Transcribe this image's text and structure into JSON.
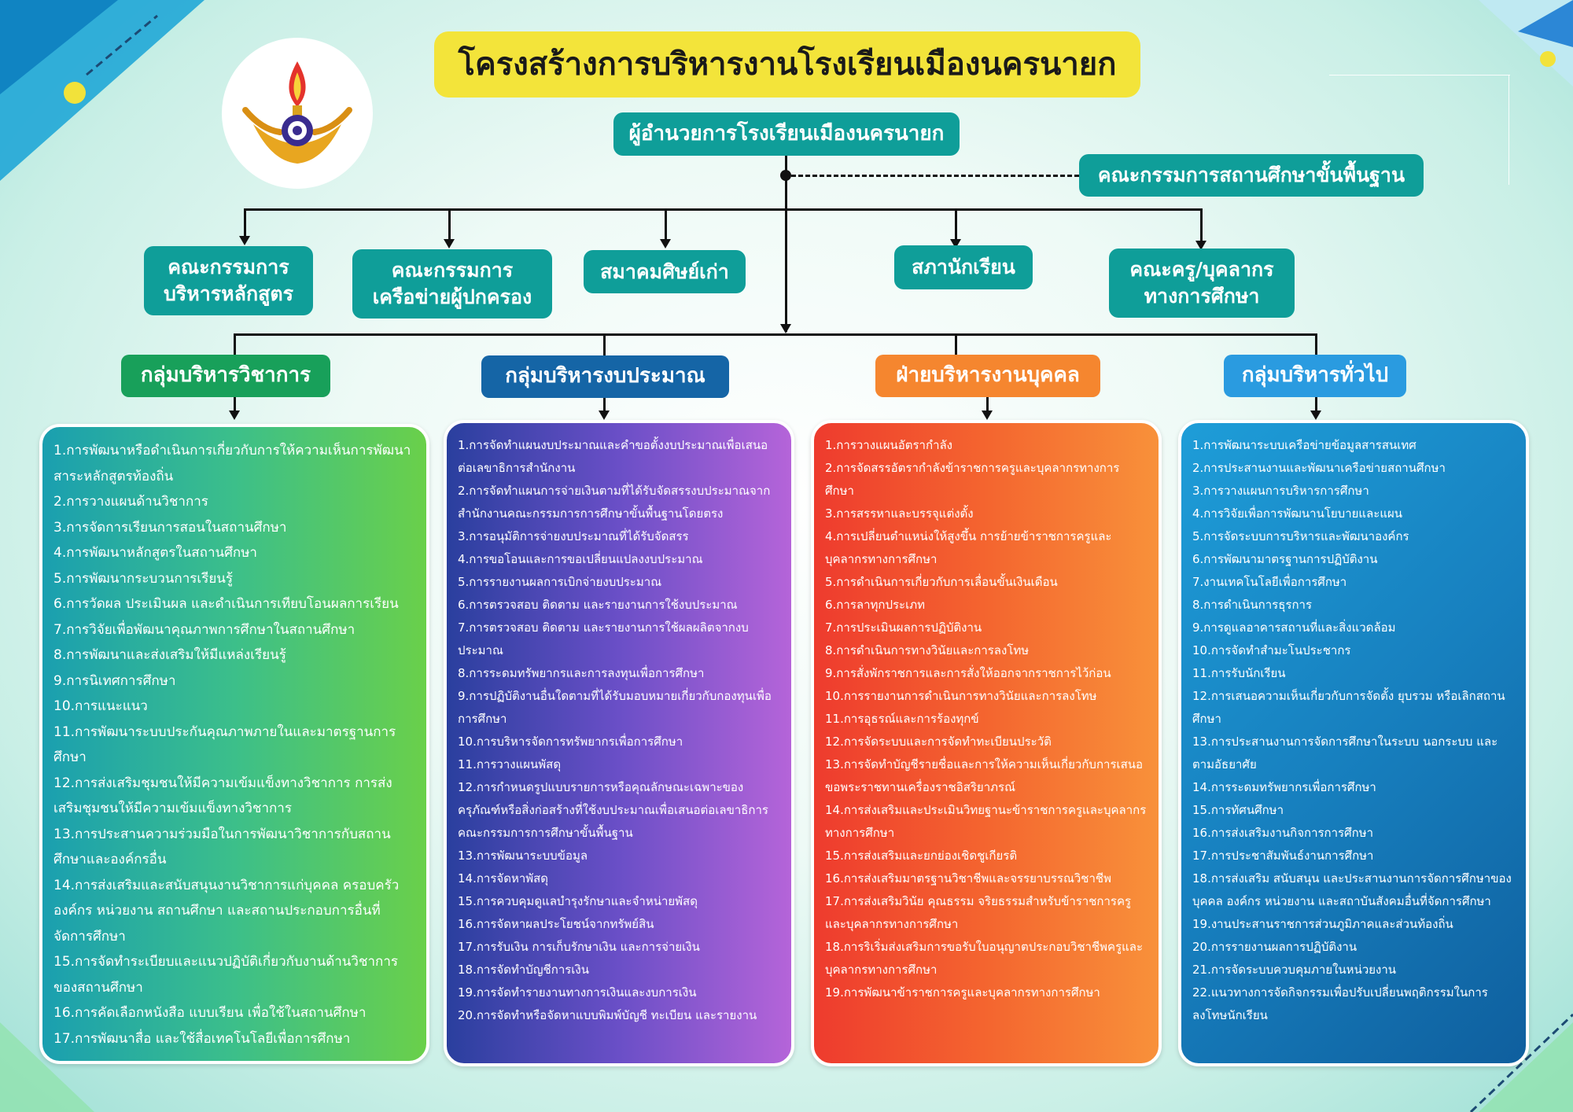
{
  "title": "โครงสร้างการบริหารงานโรงเรียนเมืองนครนายก",
  "director": "ผู้อำนวยการโรงเรียนเมืองนครนายก",
  "board": "คณะกรรมการสถานศึกษาขั้นพื้นฐาน",
  "committees": [
    {
      "line1": "คณะกรรมการ",
      "line2": "บริหารหลักสูตร"
    },
    {
      "line1": "คณะกรรมการ",
      "line2": "เครือข่ายผู้ปกครอง"
    },
    {
      "line1": "สมาคมศิษย์เก่า",
      "line2": ""
    },
    {
      "line1": "สภานักเรียน",
      "line2": ""
    },
    {
      "line1": "คณะครู/บุคลากร",
      "line2": "ทางการศึกษา"
    }
  ],
  "groups": [
    {
      "name": "กลุ่มบริหารวิชาการ",
      "color": "#18a05a",
      "items": [
        "1.การพัฒนาหรือดำเนินการเกี่ยวกับการให้ความเห็นการพัฒนาสาระหลักสูตรท้องถิ่น",
        "2.การวางแผนด้านวิชาการ",
        "3.การจัดการเรียนการสอนในสถานศึกษา",
        "4.การพัฒนาหลักสูตรในสถานศึกษา",
        "5.การพัฒนากระบวนการเรียนรู้",
        "6.การวัดผล ประเมินผล และดำเนินการเทียบโอนผลการเรียน",
        "7.การวิจัยเพื่อพัฒนาคุณภาพการศึกษาในสถานศึกษา",
        "8.การพัฒนาและส่งเสริมให้มีแหล่งเรียนรู้",
        "9.การนิเทศการศึกษา",
        "10.การแนะแนว",
        "11.การพัฒนาระบบประกันคุณภาพภายในและมาตรฐานการศึกษา",
        "12.การส่งเสริมชุมชนให้มีความเข้มแข็งทางวิชาการ การส่งเสริมชุมชนให้มีความเข้มแข็งทางวิชาการ",
        "13.การประสานความร่วมมือในการพัฒนาวิชาการกับสถานศึกษาและองค์กรอื่น",
        "14.การส่งเสริมและสนับสนุนงานวิชาการแก่บุคคล ครอบครัว องค์กร หน่วยงาน สถานศึกษา และสถานประกอบการอื่นที่จัดการศึกษา",
        "15.การจัดทำระเบียบและแนวปฏิบัติเกี่ยวกับงานด้านวิชาการของสถานศึกษา",
        "16.การคัดเลือกหนังสือ แบบเรียน เพื่อใช้ในสถานศึกษา",
        "17.การพัฒนาสื่อ และใช้สื่อเทคโนโลยีเพื่อการศึกษา"
      ]
    },
    {
      "name": "กลุ่มบริหารงบประมาณ",
      "color": "#1565a6",
      "items": [
        "1.การจัดทำแผนงบประมาณและคำขอตั้งงบประมาณเพื่อเสนอต่อเลขาธิการสำนักงาน",
        "2.การจัดทำแผนการจ่ายเงินตามที่ได้รับจัดสรรงบประมาณจากสำนักงานคณะกรรมการการศึกษาขั้นพื้นฐานโดยตรง",
        "3.การอนุมัติการจ่ายงบประมาณที่ได้รับจัดสรร",
        "4.การขอโอนและการขอเปลี่ยนแปลงงบประมาณ",
        "5.การรายงานผลการเบิกจ่ายงบประมาณ",
        "6.การตรวจสอบ ติดตาม และรายงานการใช้งบประมาณ",
        "7.การตรวจสอบ ติดตาม และรายงานการใช้ผลผลิตจากงบประมาณ",
        "8.การระดมทรัพยากรและการลงทุนเพื่อการศึกษา",
        "9.การปฏิบัติงานอื่นใดตามที่ได้รับมอบหมายเกี่ยวกับกองทุนเพื่อการศึกษา",
        "10.การบริหารจัดการทรัพยากรเพื่อการศึกษา",
        "11.การวางแผนพัสดุ",
        "12.การกำหนดรูปแบบรายการหรือคุณลักษณะเฉพาะของครุภัณฑ์หรือสิ่งก่อสร้างที่ใช้งบประมาณเพื่อเสนอต่อเลขาธิการคณะกรรมการการศึกษาขั้นพื้นฐาน",
        "13.การพัฒนาระบบข้อมูล",
        "14.การจัดหาพัสดุ",
        "15.การควบคุมดูแลบำรุงรักษาและจำหน่ายพัสดุ",
        "16.การจัดหาผลประโยชน์จากทรัพย์สิน",
        "17.การรับเงิน การเก็บรักษาเงิน และการจ่ายเงิน",
        "18.การจัดทำบัญชีการเงิน",
        "19.การจัดทำรายงานทางการเงินและงบการเงิน",
        "20.การจัดทำหรือจัดหาแบบพิมพ์บัญชี ทะเบียน และรายงาน"
      ]
    },
    {
      "name": "ฝ่ายบริหารงานบุคคล",
      "color": "#f5862f",
      "items": [
        "1.การวางแผนอัตรากำลัง",
        "2.การจัดสรรอัตรากำลังข้าราชการครูและบุคลากรทางการศึกษา",
        "3.การสรรหาและบรรจุแต่งตั้ง",
        "4.การเปลี่ยนตำแหน่งให้สูงขึ้น การย้ายข้าราชการครูและบุคลากรทางการศึกษา",
        "5.การดำเนินการเกี่ยวกับการเลื่อนขั้นเงินเดือน",
        "6.การลาทุกประเภท",
        "7.การประเมินผลการปฏิบัติงาน",
        "8.การดำเนินการทางวินัยและการลงโทษ",
        "9.การสั่งพักราชการและการสั่งให้ออกจากราชการไว้ก่อน",
        "10.การรายงานการดำเนินการทางวินัยและการลงโทษ",
        "11.การอุธรณ์และการร้องทุกข์",
        "12.การจัดระบบและการจัดทำทะเบียนประวัติ",
        "13.การจัดทำบัญชีรายชื่อและการให้ความเห็นเกี่ยวกับการเสนอขอพระราชทานเครื่องราชอิสริยาภรณ์",
        "14.การส่งเสริมและประเมินวิทยฐานะข้าราชการครูและบุคลากรทางการศึกษา",
        "15.การส่งเสริมและยกย่องเชิดชูเกียรติ",
        "16.การส่งเสริมมาตรฐานวิชาชีพและจรรยาบรรณวิชาชีพ",
        "17.การส่งเสริมวินัย คุณธรรม จริยธรรมสำหรับข้าราชการครูและบุคลากรทางการศึกษา",
        "18.การริเริ่มส่งเสริมการขอรับใบอนุญาตประกอบวิชาชีพครูและบุคลากรทางการศึกษา",
        "19.การพัฒนาข้าราชการครูและบุคลากรทางการศึกษา"
      ]
    },
    {
      "name": "กลุ่มบริหารทั่วไป",
      "color": "#2a9be0",
      "items": [
        "1.การพัฒนาระบบเครือข่ายข้อมูลสารสนเทศ",
        "2.การประสานงานและพัฒนาเครือข่ายสถานศึกษา",
        "3.การวางแผนการบริหารการศึกษา",
        "4.การวิจัยเพื่อการพัฒนานโยบายและแผน",
        "5.การจัดระบบการบริหารและพัฒนาองค์กร",
        "6.การพัฒนามาตรฐานการปฏิบัติงาน",
        "7.งานเทคโนโลยีเพื่อการศึกษา",
        "8.การดำเนินการธุรการ",
        "9.การดูแลอาคารสถานที่และสิ่งแวดล้อม",
        "10.การจัดทำสำมะโนประชากร",
        "11.การรับนักเรียน",
        "12.การเสนอความเห็นเกี่ยวกับการจัดตั้ง ยุบรวม หรือเลิกสถานศึกษา",
        "13.การประสานงานการจัดการศึกษาในระบบ นอกระบบ และตามอัธยาศัย",
        "14.การระดมทรัพยากรเพื่อการศึกษา",
        "15.การทัศนศึกษา",
        "16.การส่งเสริมงานกิจการการศึกษา",
        "17.การประชาสัมพันธ์งานการศึกษา",
        "18.การส่งเสริม สนับสนุน และประสานงานการจัดการศึกษาของบุคคล องค์กร หน่วยงาน และสถาบันสังคมอื่นที่จัดการศึกษา",
        "19.งานประสานราชการส่วนภูมิภาคและส่วนท้องถิ่น",
        "20.การรายงานผลการปฏิบัติงาน",
        "21.การจัดระบบควบคุมภายในหน่วยงาน",
        "22.แนวทางการจัดกิจกรรมเพื่อปรับเปลี่ยนพฤติกรรมในการลงโทษนักเรียน"
      ]
    }
  ]
}
